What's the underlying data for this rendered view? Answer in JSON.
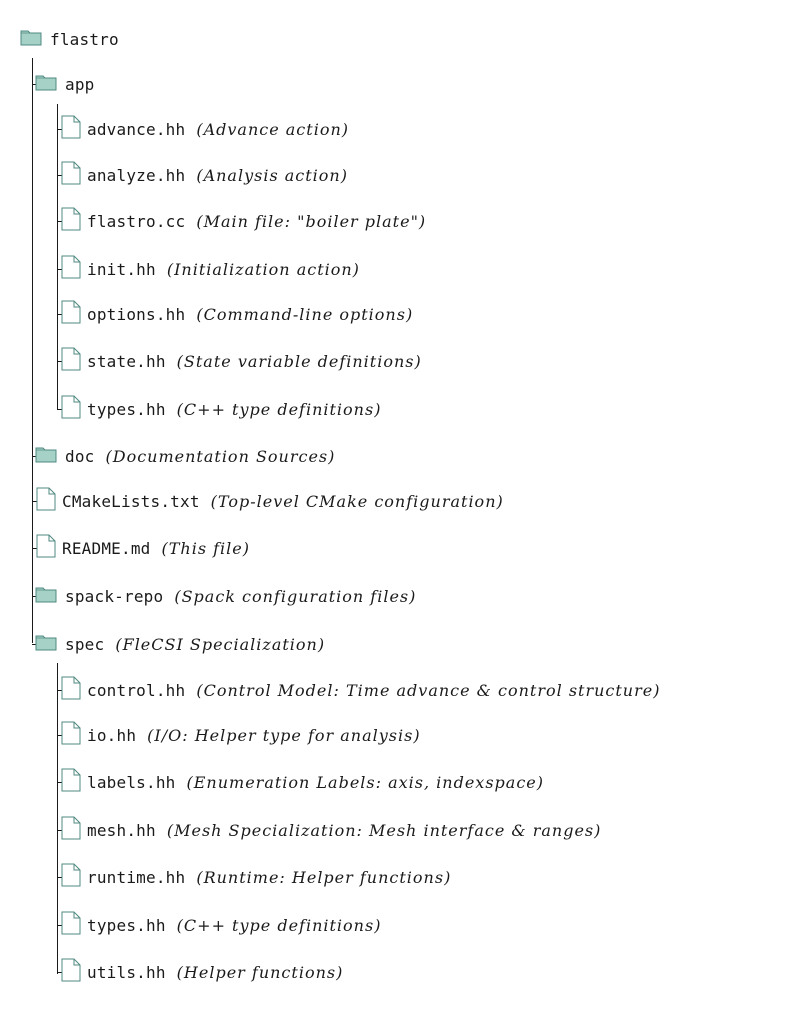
{
  "tree": {
    "root": "flastro",
    "items": [
      {
        "name": "app",
        "desc": "",
        "type": "folder",
        "depth": 1
      },
      {
        "name": "advance.hh",
        "desc": "(Advance action)",
        "type": "file",
        "depth": 2
      },
      {
        "name": "analyze.hh",
        "desc": "(Analysis action)",
        "type": "file",
        "depth": 2
      },
      {
        "name": "flastro.cc",
        "desc": "(Main file:  \"boiler plate\")",
        "type": "file",
        "depth": 2
      },
      {
        "name": "init.hh",
        "desc": "(Initialization action)",
        "type": "file",
        "depth": 2
      },
      {
        "name": "options.hh",
        "desc": "(Command-line options)",
        "type": "file",
        "depth": 2
      },
      {
        "name": "state.hh",
        "desc": "(State variable definitions)",
        "type": "file",
        "depth": 2
      },
      {
        "name": "types.hh",
        "desc": "(C++ type definitions)",
        "type": "file",
        "depth": 2
      },
      {
        "name": "doc",
        "desc": "(Documentation Sources)",
        "type": "folder",
        "depth": 1
      },
      {
        "name": "CMakeLists.txt",
        "desc": "(Top-level CMake configuration)",
        "type": "file",
        "depth": 1
      },
      {
        "name": "README.md",
        "desc": "(This file)",
        "type": "file",
        "depth": 1
      },
      {
        "name": "spack-repo",
        "desc": "(Spack configuration files)",
        "type": "folder",
        "depth": 1
      },
      {
        "name": "spec",
        "desc": "(FleCSI Specialization)",
        "type": "folder",
        "depth": 1
      },
      {
        "name": "control.hh",
        "desc": "(Control Model:  Time advance & control structure)",
        "type": "file",
        "depth": 2
      },
      {
        "name": "io.hh",
        "desc": "(I/O: Helper type for analysis)",
        "type": "file",
        "depth": 2
      },
      {
        "name": "labels.hh",
        "desc": "(Enumeration Labels:  axis, indexspace)",
        "type": "file",
        "depth": 2
      },
      {
        "name": "mesh.hh",
        "desc": "(Mesh Specialization:  Mesh interface & ranges)",
        "type": "file",
        "depth": 2
      },
      {
        "name": "runtime.hh",
        "desc": "(Runtime:  Helper functions)",
        "type": "file",
        "depth": 2
      },
      {
        "name": "types.hh",
        "desc": "(C++ type definitions)",
        "type": "file",
        "depth": 2
      },
      {
        "name": "utils.hh",
        "desc": "(Helper functions)",
        "type": "file",
        "depth": 2
      }
    ]
  },
  "icons": {
    "folder": "folder-icon",
    "file": "file-icon"
  },
  "colors": {
    "folder_fill": "#a6d1c7",
    "folder_stroke": "#4f8a80",
    "file_stroke": "#4f8a80",
    "line": "#1a1a1a"
  }
}
